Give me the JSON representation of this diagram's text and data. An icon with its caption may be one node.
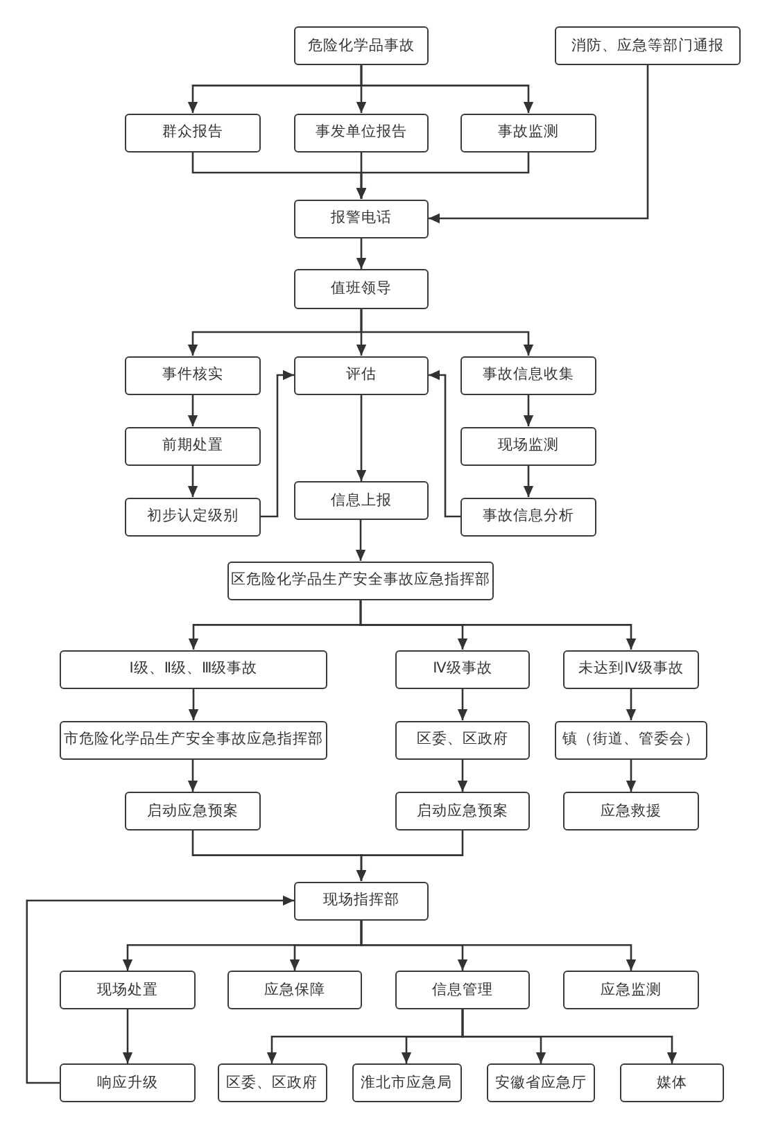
{
  "diagram": {
    "nodes": [
      {
        "text": [
          "危险化学品事故"
        ]
      },
      {
        "text": [
          "消防、应急等部门通报"
        ]
      },
      {
        "text": [
          "群众报告"
        ]
      },
      {
        "text": [
          "事发单位报告"
        ]
      },
      {
        "text": [
          "事故监测"
        ]
      },
      {
        "text": [
          "报警电话"
        ]
      },
      {
        "text": [
          "值班领导"
        ]
      },
      {
        "text": [
          "事件核实"
        ]
      },
      {
        "text": [
          "评估"
        ]
      },
      {
        "text": [
          "事故信息收集"
        ]
      },
      {
        "text": [
          "前期处置"
        ]
      },
      {
        "text": [
          "现场监测"
        ]
      },
      {
        "text": [
          "信息上报"
        ]
      },
      {
        "text": [
          "初步认定级别"
        ]
      },
      {
        "text": [
          "事故信息分析"
        ]
      },
      {
        "text": [
          "区危险化学品生产安全事故应急指挥部"
        ]
      },
      {
        "text": [
          "Ⅰ级、Ⅱ级、Ⅲ级事故"
        ]
      },
      {
        "text": [
          "Ⅳ级事故"
        ]
      },
      {
        "text": [
          "未达到Ⅳ级事故"
        ]
      },
      {
        "text": [
          "市危险化学品生产安全事故应急指挥部"
        ]
      },
      {
        "text": [
          "区委、区政府"
        ]
      },
      {
        "text": [
          "镇（街道、管委会）"
        ]
      },
      {
        "text": [
          "启动应急预案"
        ]
      },
      {
        "text": [
          "启动应急预案"
        ]
      },
      {
        "text": [
          "应急救援"
        ]
      },
      {
        "text": [
          "现场指挥部"
        ]
      },
      {
        "text": [
          "现场处置"
        ]
      },
      {
        "text": [
          "应急保障"
        ]
      },
      {
        "text": [
          "信息管理"
        ]
      },
      {
        "text": [
          "应急监测"
        ]
      },
      {
        "text": [
          "响应升级"
        ]
      },
      {
        "text": [
          "区委、区政府"
        ]
      },
      {
        "text": [
          "淮北市应急局"
        ]
      },
      {
        "text": [
          "安徽省应急厅"
        ]
      },
      {
        "text": [
          "媒体"
        ]
      }
    ],
    "edges": [
      {
        "from": 0,
        "to": 2,
        "arrow": "to"
      },
      {
        "from": 0,
        "to": 3,
        "arrow": "to"
      },
      {
        "from": 0,
        "to": 4,
        "arrow": "to"
      },
      {
        "from": 2,
        "to": 5,
        "arrow": "to"
      },
      {
        "from": 3,
        "to": 5,
        "arrow": "to"
      },
      {
        "from": 4,
        "to": 5,
        "arrow": "to"
      },
      {
        "from": 1,
        "to": 5,
        "arrow": "to"
      },
      {
        "from": 5,
        "to": 6,
        "arrow": "to"
      },
      {
        "from": 6,
        "to": 7,
        "arrow": "to"
      },
      {
        "from": 6,
        "to": 8,
        "arrow": "to"
      },
      {
        "from": 6,
        "to": 9,
        "arrow": "to"
      },
      {
        "from": 7,
        "to": 10,
        "arrow": "to"
      },
      {
        "from": 10,
        "to": 13,
        "arrow": "to"
      },
      {
        "from": 13,
        "to": 8,
        "arrow": "to"
      },
      {
        "from": 9,
        "to": 11,
        "arrow": "to"
      },
      {
        "from": 11,
        "to": 14,
        "arrow": "to"
      },
      {
        "from": 14,
        "to": 8,
        "arrow": "to"
      },
      {
        "from": 8,
        "to": 12,
        "arrow": "to"
      },
      {
        "from": 12,
        "to": 15,
        "arrow": "to"
      },
      {
        "from": 15,
        "to": 16,
        "arrow": "to"
      },
      {
        "from": 15,
        "to": 17,
        "arrow": "to"
      },
      {
        "from": 15,
        "to": 18,
        "arrow": "to"
      },
      {
        "from": 16,
        "to": 19,
        "arrow": "to"
      },
      {
        "from": 19,
        "to": 22,
        "arrow": "to"
      },
      {
        "from": 17,
        "to": 20,
        "arrow": "to"
      },
      {
        "from": 20,
        "to": 23,
        "arrow": "to"
      },
      {
        "from": 18,
        "to": 21,
        "arrow": "to"
      },
      {
        "from": 21,
        "to": 24,
        "arrow": "to"
      },
      {
        "from": 22,
        "to": 25,
        "arrow": "to"
      },
      {
        "from": 23,
        "to": 25,
        "arrow": "to"
      },
      {
        "from": 25,
        "to": 26,
        "arrow": "to"
      },
      {
        "from": 25,
        "to": 27,
        "arrow": "to"
      },
      {
        "from": 25,
        "to": 28,
        "arrow": "to"
      },
      {
        "from": 25,
        "to": 29,
        "arrow": "to"
      },
      {
        "from": 26,
        "to": 30,
        "arrow": "to"
      },
      {
        "from": 30,
        "to": 25,
        "arrow": "to"
      },
      {
        "from": 28,
        "to": 31,
        "arrow": "to"
      },
      {
        "from": 28,
        "to": 32,
        "arrow": "to"
      },
      {
        "from": 28,
        "to": 33,
        "arrow": "to"
      },
      {
        "from": 28,
        "to": 34,
        "arrow": "to"
      }
    ]
  }
}
